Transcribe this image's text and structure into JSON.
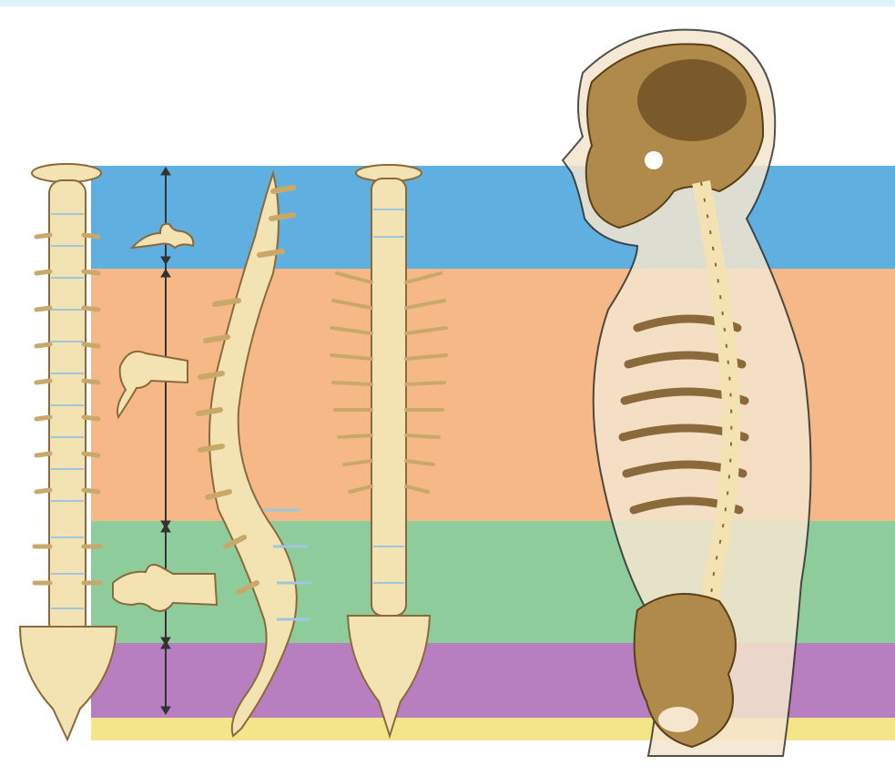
{
  "colors": {
    "top_strip": "#dff1fb",
    "cervical": "#5fb0e0",
    "thoracic": "#f6b887",
    "lumbar": "#8fcc9c",
    "sacral": "#b87fc0",
    "coccygeal": "#f5e58a",
    "bone": "#f3e2b2",
    "bone_shadow": "#c9a96a",
    "bone_outline": "#8a6a3a",
    "disc": "#9ec7dd",
    "skin": "#f4e6cf",
    "skull_dark": "#7a5a2a"
  },
  "regions": [
    {
      "key": "cervical",
      "color": "#5fb0e0"
    },
    {
      "key": "thoracic",
      "color": "#f6b887"
    },
    {
      "key": "lumbar",
      "color": "#8fcc9c"
    },
    {
      "key": "sacral",
      "color": "#b87fc0"
    },
    {
      "key": "coccygeal",
      "color": "#f5e58a"
    }
  ],
  "icons": [
    "front-spine",
    "side-spine",
    "back-spine",
    "vertebra-cervical",
    "vertebra-thoracic",
    "vertebra-lumbar",
    "skeleton-profile",
    "region-arrow"
  ]
}
